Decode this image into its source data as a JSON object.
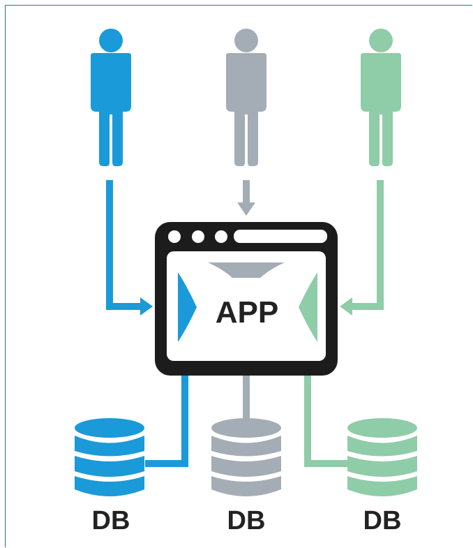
{
  "app_window": {
    "label": "APP",
    "frame_color": "#1c1c1c",
    "arrow_colors": {
      "top": "#a4adb5",
      "left": "#1a9ad8",
      "right": "#8fcca8"
    }
  },
  "users": [
    {
      "name": "user-blue",
      "color": "#1a9ad8"
    },
    {
      "name": "user-gray",
      "color": "#a4adb5"
    },
    {
      "name": "user-green",
      "color": "#8fcca8"
    }
  ],
  "databases": [
    {
      "label": "DB",
      "color": "#1a9ad8"
    },
    {
      "label": "DB",
      "color": "#a4adb5"
    },
    {
      "label": "DB",
      "color": "#8fcca8"
    }
  ],
  "connector_colors": {
    "blue": "#1a9ad8",
    "gray": "#a4adb5",
    "green": "#8fcca8"
  }
}
